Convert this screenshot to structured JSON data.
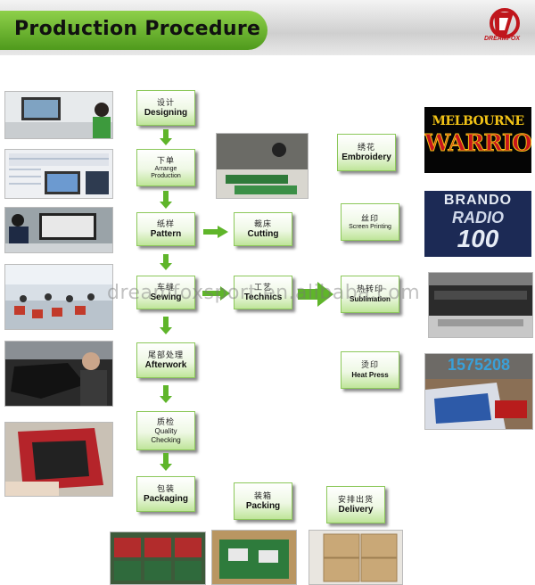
{
  "header": {
    "title": "Production Procedure"
  },
  "brand": {
    "name": "DREAMFOX",
    "color": "#c0161c"
  },
  "watermark": "dreamfoxsport.en.alibaba.com",
  "colors": {
    "accent_green": "#5fb52a",
    "box_border": "#8cc85a"
  },
  "steps": {
    "designing": {
      "zh": "设计",
      "en": "Designing"
    },
    "arrange": {
      "zh": "下单",
      "en1": "Arrange",
      "en2": "Production"
    },
    "pattern": {
      "zh": "纸样",
      "en": "Pattern"
    },
    "cutting": {
      "zh": "裁床",
      "en": "Cutting"
    },
    "sewing": {
      "zh": "车缝",
      "en": "Sewing"
    },
    "technics": {
      "zh": "工艺",
      "en": "Technics"
    },
    "afterwork": {
      "zh": "尾部处理",
      "en": "Afterwork"
    },
    "quality": {
      "zh": "质检",
      "en1": "Quality",
      "en2": "Checking"
    },
    "packaging": {
      "zh": "包装",
      "en": "Packaging"
    },
    "packing": {
      "zh": "装箱",
      "en": "Packing"
    },
    "delivery": {
      "zh": "安排出货",
      "en": "Delivery"
    },
    "embroidery": {
      "zh": "绣花",
      "en": "Embroidery"
    },
    "screen": {
      "zh": "丝印",
      "en": "Screen Printing"
    },
    "sublimation": {
      "zh": "热转印",
      "en": "Sublimation"
    },
    "heatpress": {
      "zh": "烫印",
      "en": "Heat Press"
    }
  },
  "samples": {
    "melbourne": {
      "line1": "MELBOURNE",
      "line2": "WARRIORS"
    },
    "brando": {
      "line1": "BRANDO",
      "line2": "RADIO",
      "line3": "100"
    },
    "numbers": "1575208"
  }
}
